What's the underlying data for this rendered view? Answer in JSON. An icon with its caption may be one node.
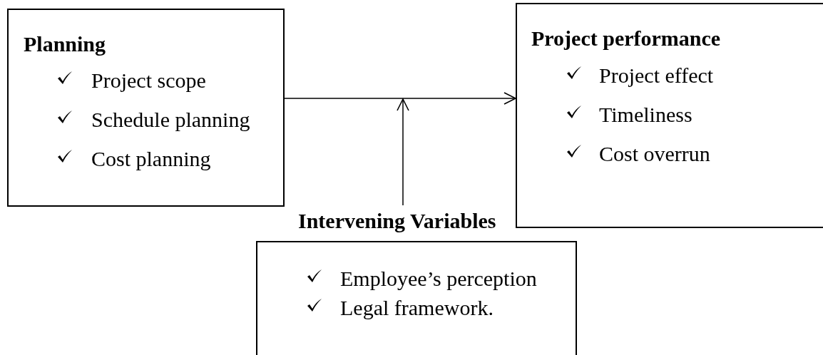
{
  "diagram": {
    "nodes": [
      {
        "text": [
          "Planning",
          "Project scope",
          "Schedule planning",
          "Cost planning"
        ]
      },
      {
        "text": [
          "Project performance",
          "Project effect",
          "Timeliness",
          "Cost overrun"
        ]
      },
      {
        "text": [
          "Intervening Variables",
          "Employee’s perception",
          "Legal framework."
        ]
      }
    ],
    "edges": [
      {
        "from": 0,
        "to": 1,
        "arrow": "to"
      },
      {
        "from": 2,
        "to": null,
        "arrow": "to"
      }
    ]
  }
}
